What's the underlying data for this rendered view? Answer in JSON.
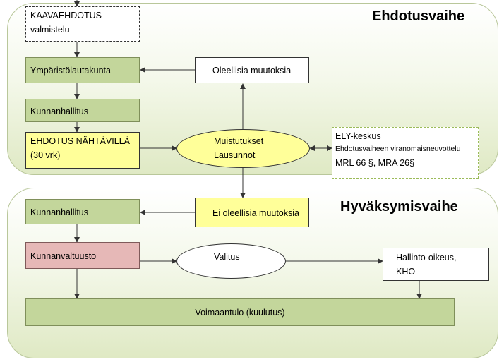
{
  "phases": {
    "proposal_title": "Ehdotusvaihe",
    "approval_title": "Hyväksymisvaihe"
  },
  "proposal": {
    "kaava_line1": "KAAVAEHDOTUS",
    "kaava_line2": "valmistelu",
    "ymparisto": "Ympäristölautakunta",
    "kunnanhallitus": "Kunnanhallitus",
    "ehdotus_line1": "EHDOTUS NÄHTÄVILLÄ",
    "ehdotus_line2": "(30 vrk)",
    "oleellisia": "Oleellisia muutoksia",
    "muistutukset_line1": "Muistutukset",
    "muistutukset_line2": "Lausunnot",
    "ely_line1": "ELY-keskus",
    "ely_line2": "Ehdotusvaiheen viranomaisneuvottelu",
    "ely_line3": "MRL  66 §, MRA 26§"
  },
  "approval": {
    "kunnanhallitus": "Kunnanhallitus",
    "ei_oleellisia": "Ei oleellisia muutoksia",
    "kunnanvaltuusto": "Kunnanvaltuusto",
    "valitus": "Valitus",
    "hallinto_line1": "Hallinto-oikeus,",
    "hallinto_line2": "KHO",
    "voimaantulo": "Voimaantulo (kuulutus)"
  },
  "colors": {
    "panel_border": "#b9c79a",
    "green_box": "#c3d69b",
    "yellow_box": "#ffff99",
    "pink_box": "#e6b8b7",
    "ely_border": "#9bbb59"
  }
}
